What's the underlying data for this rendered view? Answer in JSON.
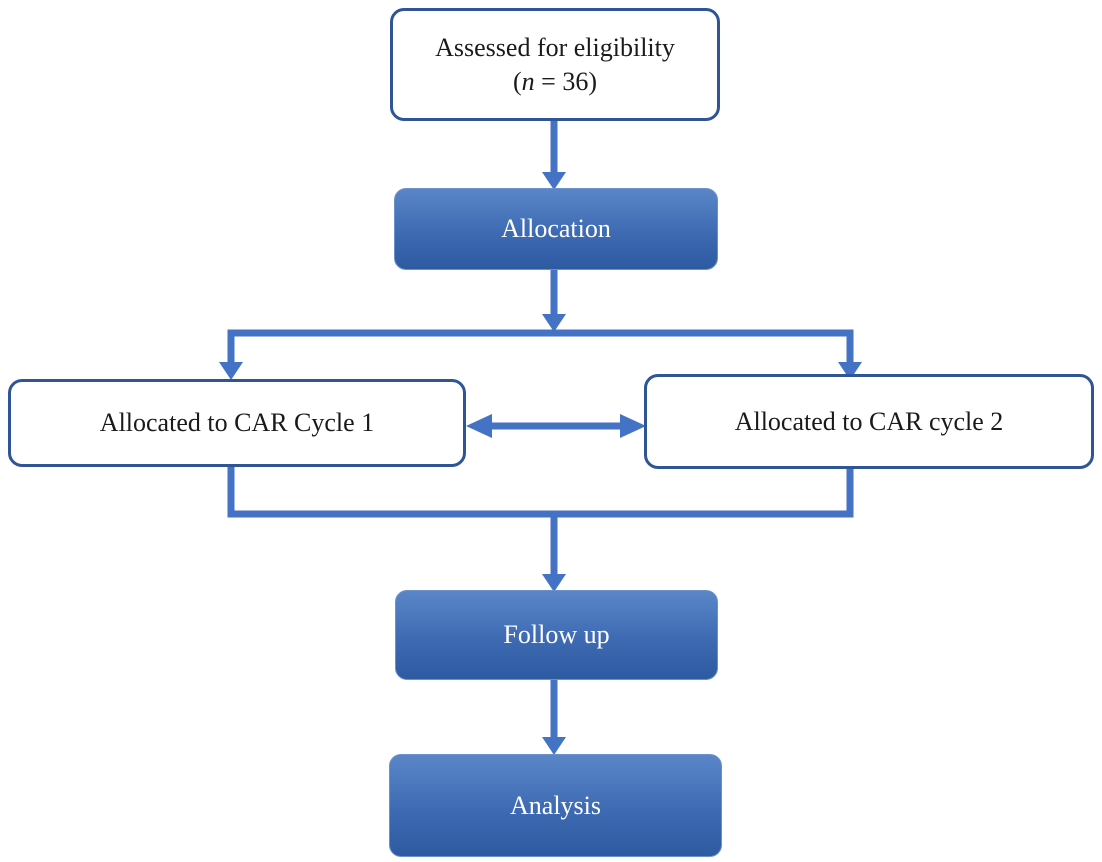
{
  "nodes": {
    "eligibility": {
      "line1": "Assessed for eligibility",
      "n_open": "(",
      "n_var": "n",
      "n_rest": " = 36)"
    },
    "allocation": {
      "label": "Allocation"
    },
    "cycle1": {
      "label": "Allocated to CAR Cycle 1"
    },
    "cycle2": {
      "label": "Allocated to CAR cycle 2"
    },
    "followup": {
      "label": "Follow up"
    },
    "analysis": {
      "label": "Analysis"
    }
  },
  "colors": {
    "connector": "#4472c4",
    "box_border": "#2f5597",
    "box_fill_blue": "#3e6ab3"
  }
}
